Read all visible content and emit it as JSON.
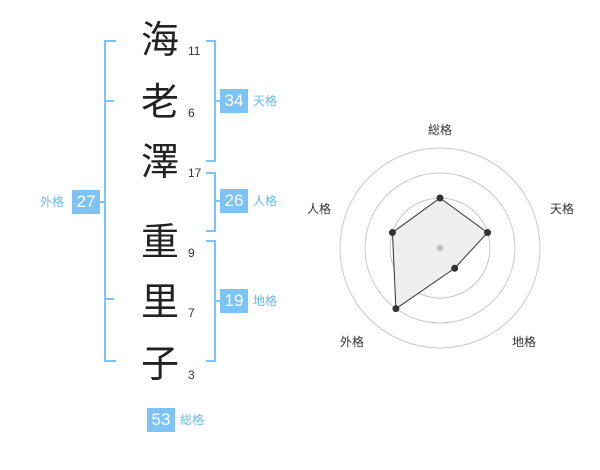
{
  "surname": [
    {
      "char": "海",
      "strokes": "11"
    },
    {
      "char": "老",
      "strokes": "6"
    },
    {
      "char": "澤",
      "strokes": "17"
    }
  ],
  "given": [
    {
      "char": "重",
      "strokes": "9"
    },
    {
      "char": "里",
      "strokes": "7"
    },
    {
      "char": "子",
      "strokes": "3"
    }
  ],
  "fortunes": {
    "tenkaku": {
      "value": "34",
      "label": "天格"
    },
    "jinkaku": {
      "value": "26",
      "label": "人格"
    },
    "chikaku": {
      "value": "19",
      "label": "地格"
    },
    "gaikaku": {
      "value": "27",
      "label": "外格"
    },
    "soukaku": {
      "value": "53",
      "label": "総格"
    }
  },
  "radar": {
    "axes": [
      "総格",
      "天格",
      "地格",
      "外格",
      "人格"
    ],
    "levels": 4,
    "scores": [
      2,
      2,
      1,
      3,
      2
    ],
    "colors": {
      "ring": "#c8c8c8",
      "fill": "#efefef",
      "line": "#333333",
      "point": "#333333",
      "center": "#c0c0c0"
    }
  }
}
